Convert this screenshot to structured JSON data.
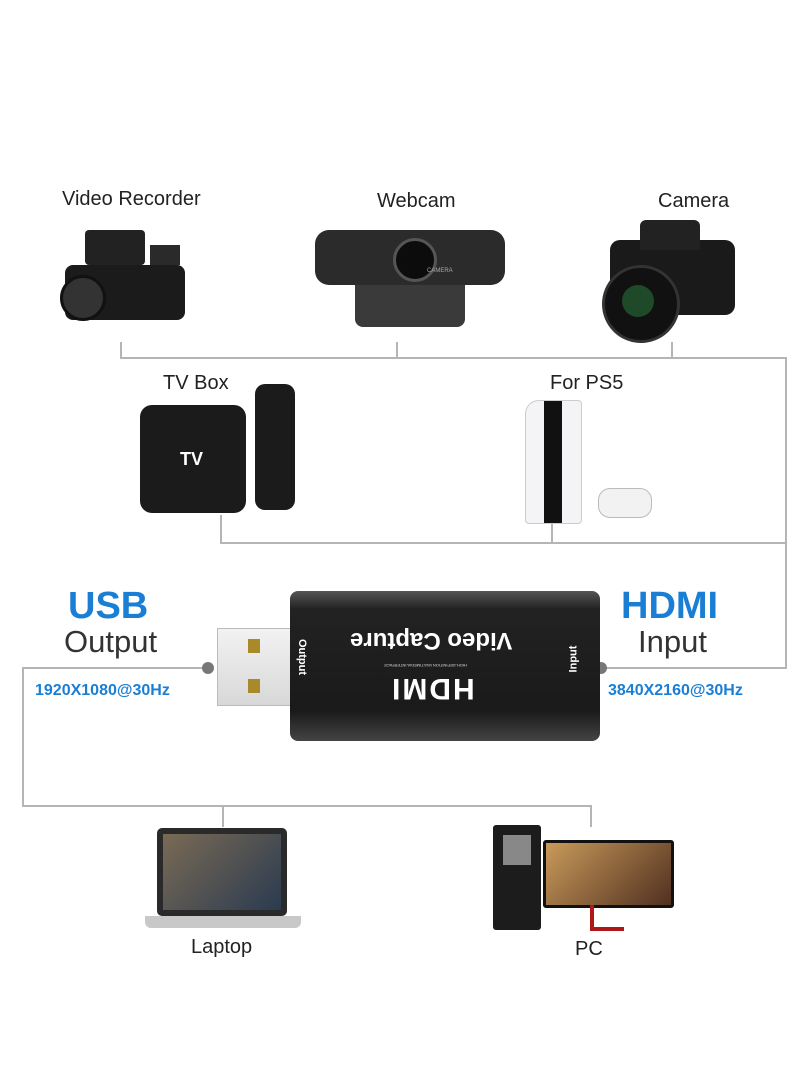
{
  "sources_top": [
    "Video Recorder",
    "Webcam",
    "Camera"
  ],
  "sources_mid": [
    "TV Box",
    "For PS5"
  ],
  "tv_logo": "TV",
  "webcam_brand": "CAMERA",
  "usb": {
    "title": "USB",
    "subtitle": "Output",
    "spec": "1920X1080@30Hz"
  },
  "hdmi": {
    "title": "HDMI",
    "subtitle": "Input",
    "spec": "3840X2160@30Hz"
  },
  "device": {
    "title": "Video Capture",
    "logo": "HDMI",
    "tagline": "HIGH-DEFINITION MULTIMEDIA INTERFACE",
    "output_label": "Output",
    "input_label": "Input"
  },
  "outputs": [
    "Laptop",
    "PC"
  ]
}
